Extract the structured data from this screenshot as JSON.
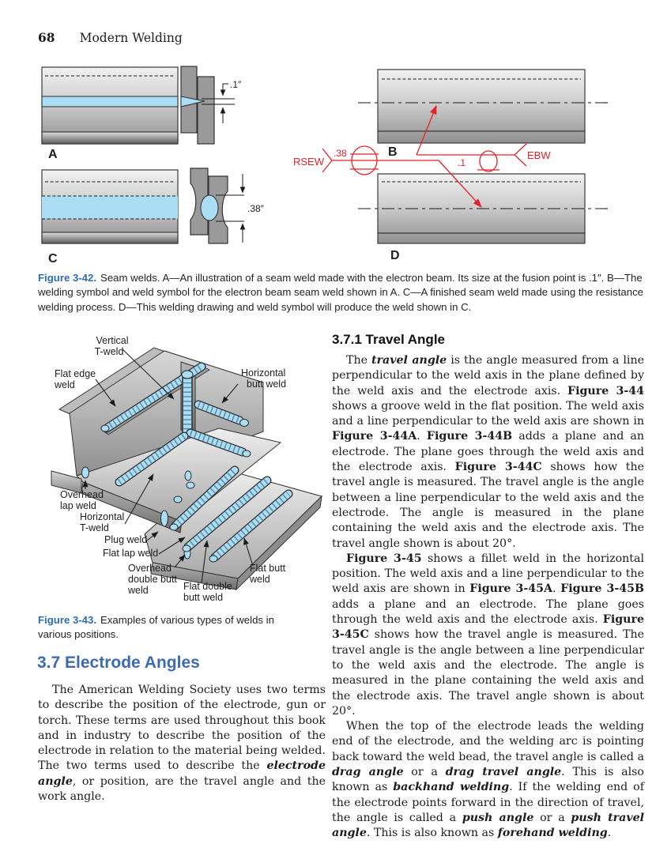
{
  "header": {
    "page_number": "68",
    "book_title": "Modern Welding"
  },
  "colors": {
    "heading_blue": "#3c6bb4",
    "caption_blue": "#2e6db6",
    "symbol_red": "#e62129",
    "weld_blue": "#abdef5"
  },
  "fig42": {
    "caption_label": "Figure 3-42.",
    "caption_text": "Seam welds. A—An illustration of a seam weld made with the electron beam. Its size at the fusion point is .1″. B—The welding symbol and weld symbol for the electron beam seam weld shown in A. C—A finished seam weld made using the resistance welding process. D—This welding drawing and weld symbol will produce the weld shown in C.",
    "labels": {
      "a": "A",
      "b": "B",
      "c": "C",
      "d": "D",
      "dim_a": ".1″",
      "dim_c": ".38″",
      "rsew": "RSEW",
      "rsew_size": ".38",
      "ebw": "EBW",
      "ebw_size": ".1"
    }
  },
  "fig43": {
    "caption_label": "Figure 3-43.",
    "caption_text": "Examples of various types of welds in various positions.",
    "labels": {
      "vertical_1": "Vertical",
      "vertical_2": "T-weld",
      "flat_edge_1": "Flat edge",
      "flat_edge_2": "weld",
      "horiz_butt_1": "Horizontal",
      "horiz_butt_2": "butt weld",
      "overhead_lap_1": "Overhead",
      "overhead_lap_2": "lap weld",
      "horiz_t_1": "Horizontal",
      "horiz_t_2": "T-weld",
      "plug": "Plug weld",
      "flat_lap": "Flat lap weld",
      "overhead_double_1": "Overhead",
      "overhead_double_2": "double butt",
      "overhead_double_3": "weld",
      "flat_double_1": "Flat double",
      "flat_double_2": "butt weld",
      "flat_butt_1": "Flat butt",
      "flat_butt_2": "weld"
    }
  },
  "section_37": {
    "title": "3.7 Electrode Angles",
    "paragraph": [
      {
        "t": "The American Welding Society uses two terms to describe the position of the electrode, gun or torch. These terms are used throughout this book and in industry to describe the position of the electrode in relation to the material being welded. The two terms used to describe the ",
        "s": "n"
      },
      {
        "t": "electrode angle",
        "s": "bi"
      },
      {
        "t": ", or position, are the travel angle and the work angle.",
        "s": "n"
      }
    ]
  },
  "section_371": {
    "title": "3.7.1 Travel Angle",
    "p1": [
      {
        "t": "The ",
        "s": "n"
      },
      {
        "t": "travel angle",
        "s": "bi"
      },
      {
        "t": " is the angle measured from a line perpendicular to the weld axis in the plane defined by the weld axis and the electrode axis. ",
        "s": "n"
      },
      {
        "t": "Figure 3-44",
        "s": "b"
      },
      {
        "t": " shows a groove weld in the flat position. The weld axis and a line perpendicular to the weld axis are shown in ",
        "s": "n"
      },
      {
        "t": "Figure 3-44A",
        "s": "b"
      },
      {
        "t": ". ",
        "s": "n"
      },
      {
        "t": "Figure 3-44B",
        "s": "b"
      },
      {
        "t": " adds a plane and an electrode. The plane goes through the weld axis and the electrode axis. ",
        "s": "n"
      },
      {
        "t": "Figure 3-44C",
        "s": "b"
      },
      {
        "t": " shows how the travel angle is measured. The travel angle is the angle between a line perpendicular to the weld axis and the electrode. The angle is measured in the plane containing the weld axis and the electrode axis. The travel angle shown is about 20°.",
        "s": "n"
      }
    ],
    "p2": [
      {
        "t": "Figure 3-45",
        "s": "b"
      },
      {
        "t": " shows a fillet weld in the horizontal position. The weld axis and a line perpendicular to the weld axis are shown in ",
        "s": "n"
      },
      {
        "t": "Figure 3-45A",
        "s": "b"
      },
      {
        "t": ". ",
        "s": "n"
      },
      {
        "t": "Figure 3-45B",
        "s": "b"
      },
      {
        "t": " adds a plane and an electrode. The plane goes through the weld axis and the electrode axis. ",
        "s": "n"
      },
      {
        "t": "Figure 3-45C",
        "s": "b"
      },
      {
        "t": " shows how the travel angle is measured. The travel angle is the angle between a line perpendicular to the weld axis and the electrode. The angle is measured in the plane containing the weld axis and the electrode axis. The travel angle shown is about 20°.",
        "s": "n"
      }
    ],
    "p3": [
      {
        "t": "When the top of the electrode leads the welding end of the electrode, and the welding arc is pointing back toward the weld bead, the travel angle is called a ",
        "s": "n"
      },
      {
        "t": "drag angle",
        "s": "bi"
      },
      {
        "t": " or a ",
        "s": "n"
      },
      {
        "t": "drag travel angle",
        "s": "bi"
      },
      {
        "t": ". This is also known as ",
        "s": "n"
      },
      {
        "t": "backhand welding",
        "s": "bi"
      },
      {
        "t": ". If the welding end of the electrode points forward in the direction of travel, the angle is called a ",
        "s": "n"
      },
      {
        "t": "push angle",
        "s": "bi"
      },
      {
        "t": " or a ",
        "s": "n"
      },
      {
        "t": "push travel angle",
        "s": "bi"
      },
      {
        "t": ". This is also known as ",
        "s": "n"
      },
      {
        "t": "forehand welding",
        "s": "bi"
      },
      {
        "t": ".",
        "s": "n"
      }
    ]
  }
}
